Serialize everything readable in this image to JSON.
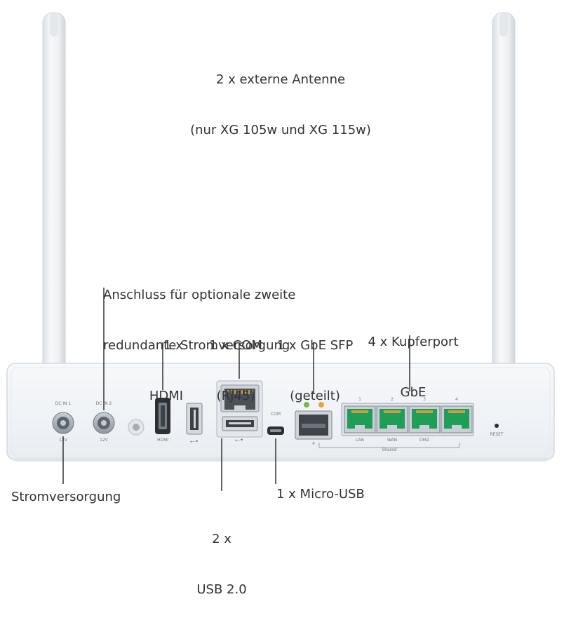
{
  "labels": {
    "antenna_line1": "2 x externe Antenne",
    "antenna_line2": "(nur XG 105w und XG 115w)",
    "redundant_line1": "Anschluss für optionale zweite",
    "redundant_line2": "redundante Stromversorgung",
    "hdmi_line1": "1 x",
    "hdmi_line2": "HDMI",
    "com_line1": "1 x COM",
    "com_line2": "(RJ45)",
    "sfp_line1": "1 x GbE SFP",
    "sfp_line2": "(geteilt)",
    "copper_line1": "4 x Kupferport",
    "copper_line2": "GbE",
    "power": "Stromversorgung",
    "usb_line1": "2 x",
    "usb_line2": "USB 2.0",
    "microusb": "1 x Micro-USB"
  },
  "device_print": {
    "dc_in1": "DC IN 1",
    "dc_in2": "DC IN 2",
    "volt1": "12V",
    "volt2": "12V",
    "hdmi": "HDMI",
    "com": "COM",
    "port_numbers": [
      "1",
      "2",
      "3",
      "4"
    ],
    "port_names": [
      "LAN",
      "WAN",
      "DMZ",
      ""
    ],
    "shared": "Shared",
    "reset": "RESET"
  },
  "colors": {
    "chassis": "#f1f4f8",
    "chassis_edge": "#d4dae2",
    "port_metal": "#9aa4ad",
    "rj45_green": "#1f9e5a",
    "led_green": "#7ab648",
    "led_orange": "#e8a33c",
    "leader_line": "#333333"
  }
}
